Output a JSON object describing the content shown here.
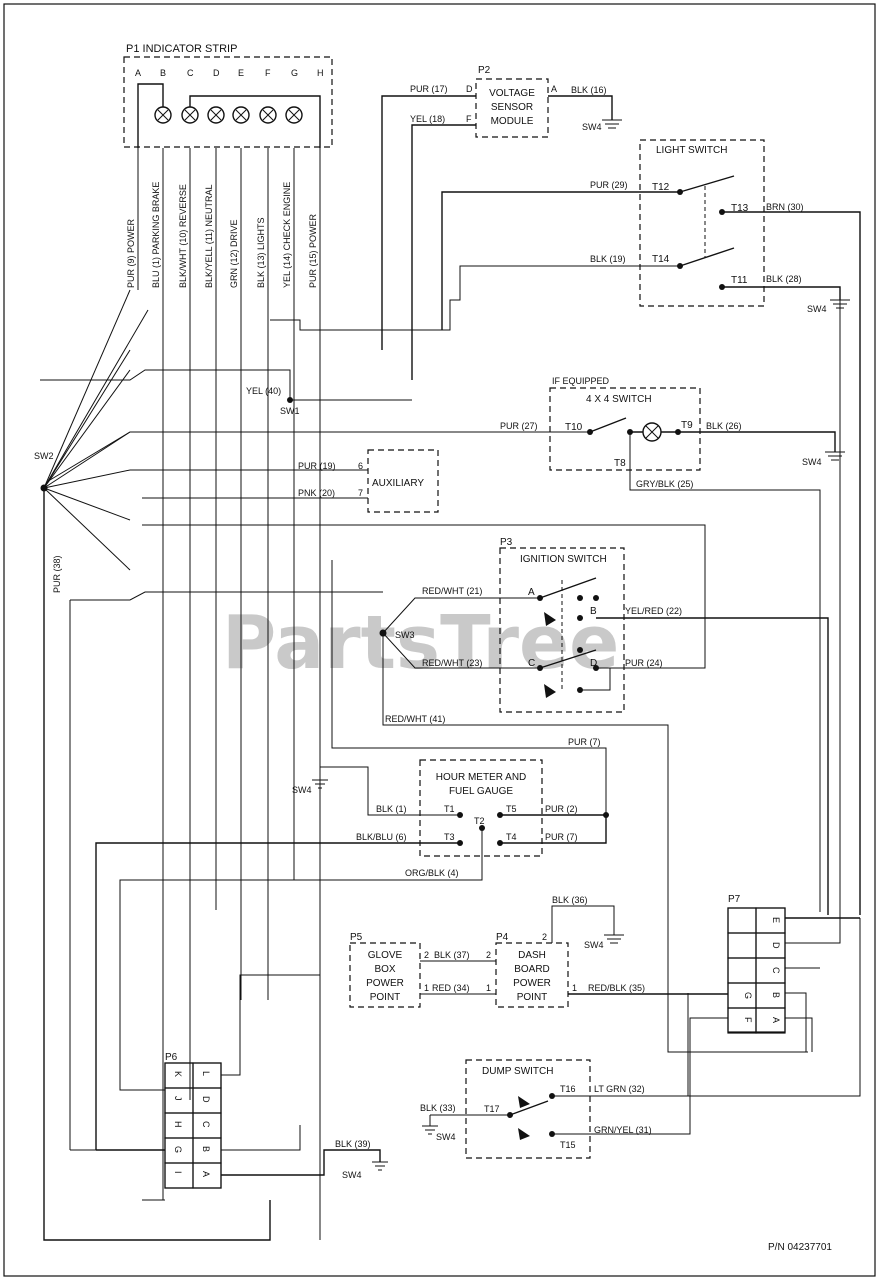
{
  "watermark": "PartsTree",
  "part_number": "P/N 04237701",
  "p1": {
    "title": "P1 INDICATOR STRIP",
    "pins": [
      "A",
      "B",
      "C",
      "D",
      "E",
      "F",
      "G",
      "H"
    ],
    "wires": [
      "PUR (9) POWER",
      "BLU (1) PARKING BRAKE",
      "BLK/WHT (10) REVERSE",
      "BLK/YELL (11) NEUTRAL",
      "GRN (12) DRIVE",
      "BLK (13) LIGHTS",
      "YEL (14) CHECK ENGINE",
      "PUR (15) POWER"
    ]
  },
  "p2": {
    "title": "P2",
    "body": [
      "VOLTAGE",
      "SENSOR",
      "MODULE"
    ],
    "pin_d": "D",
    "pin_f": "F",
    "pin_a": "A",
    "w_d": "PUR (17)",
    "w_f": "YEL (18)",
    "w_a": "BLK (16)",
    "gnd": "SW4"
  },
  "light_switch": {
    "title": "LIGHT SWITCH",
    "t12": "T12",
    "t13": "T13",
    "t14": "T14",
    "t11": "T11",
    "w12": "PUR (29)",
    "w13": "BRN (30)",
    "w14": "BLK (19)",
    "w11": "BLK (28)",
    "gnd": "SW4"
  },
  "sw1": {
    "wire": "YEL (40)",
    "name": "SW1"
  },
  "four_x4": {
    "note": "IF EQUIPPED",
    "title": "4 X 4 SWITCH",
    "t10": "T10",
    "t9": "T9",
    "t8": "T8",
    "w10": "PUR (27)",
    "w9": "BLK (26)",
    "w8": "GRY/BLK (25)",
    "gnd": "SW4"
  },
  "sw2": {
    "name": "SW2",
    "wire": "PUR (38)"
  },
  "auxiliary": {
    "title": "AUXILIARY",
    "pin6": "6",
    "pin7": "7",
    "w6": "PUR (19)",
    "w7": "PNK (20)"
  },
  "p3": {
    "title": "P3",
    "name": "IGNITION SWITCH",
    "a": "A",
    "b": "B",
    "c": "C",
    "d": "D",
    "wa": "RED/WHT (21)",
    "wc": "RED/WHT (23)",
    "wb": "YEL/RED (22)",
    "wd": "PUR (24)",
    "sw3": "SW3",
    "w41": "RED/WHT (41)"
  },
  "hour_meter": {
    "title": [
      "HOUR METER AND",
      "FUEL GAUGE"
    ],
    "t1": "T1",
    "t2": "T2",
    "t3": "T3",
    "t4": "T4",
    "t5": "T5",
    "w1": "BLK (1)",
    "w3": "BLK/BLU (6)",
    "w4": "PUR (7)",
    "w5": "PUR (2)",
    "w_top": "PUR (7)",
    "w2": "ORG/BLK (4)",
    "gnd": "SW4"
  },
  "p5": {
    "title": "P5",
    "body": [
      "GLOVE",
      "BOX",
      "POWER",
      "POINT"
    ],
    "p2": "2",
    "p1": "1",
    "w2": "BLK (37)",
    "w1": "RED (34)"
  },
  "p4": {
    "title": "P4",
    "body": [
      "DASH",
      "BOARD",
      "POWER",
      "POINT"
    ],
    "p2": "2",
    "p1": "1",
    "w_top": "BLK (36)",
    "w_out": "RED/BLK (35)",
    "gnd": "SW4"
  },
  "p7": {
    "title": "P7",
    "rows": [
      [
        "",
        "E"
      ],
      [
        "",
        "D"
      ],
      [
        "",
        "C"
      ],
      [
        "G",
        "B"
      ],
      [
        "F",
        "A"
      ]
    ]
  },
  "p6": {
    "title": "P6",
    "rows": [
      [
        "K",
        "L"
      ],
      [
        "J",
        "D"
      ],
      [
        "H",
        "C"
      ],
      [
        "G",
        "B"
      ],
      [
        "I",
        "A"
      ]
    ],
    "w": "BLK (39)",
    "gnd": "SW4"
  },
  "dump_switch": {
    "title": "DUMP SWITCH",
    "t16": "T16",
    "t17": "T17",
    "t15": "T15",
    "w16": "LT GRN (32)",
    "w17": "BLK (33)",
    "w15": "GRN/YEL (31)",
    "gnd": "SW4"
  }
}
